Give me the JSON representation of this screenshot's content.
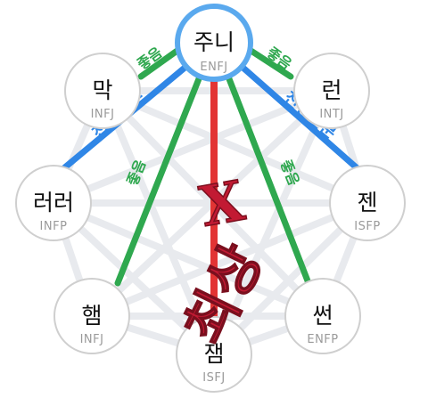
{
  "center": {
    "name": "주니",
    "type": "ENFJ"
  },
  "nodes": [
    {
      "id": "mak",
      "name": "막",
      "type": "INFJ"
    },
    {
      "id": "reon",
      "name": "런",
      "type": "INTJ"
    },
    {
      "id": "reoreo",
      "name": "러러",
      "type": "INFP"
    },
    {
      "id": "jen",
      "name": "젠",
      "type": "ISFP"
    },
    {
      "id": "haem",
      "name": "햄",
      "type": "INFJ"
    },
    {
      "id": "sseon",
      "name": "썬",
      "type": "ENFP"
    },
    {
      "id": "jaem",
      "name": "잼",
      "type": "ISFJ"
    }
  ],
  "edge_labels": {
    "good": "좋음",
    "destiny": "천생연분"
  },
  "annotation": {
    "text": "최상",
    "strike": "X"
  },
  "colors": {
    "good": "#2fa84f",
    "destiny": "#2f86e6",
    "worst": "#e23434",
    "highlight_ring": "#5aa9ee",
    "node_border": "#cfcfcf",
    "web": "#e8eaee",
    "scrawl": "#c21a33"
  }
}
